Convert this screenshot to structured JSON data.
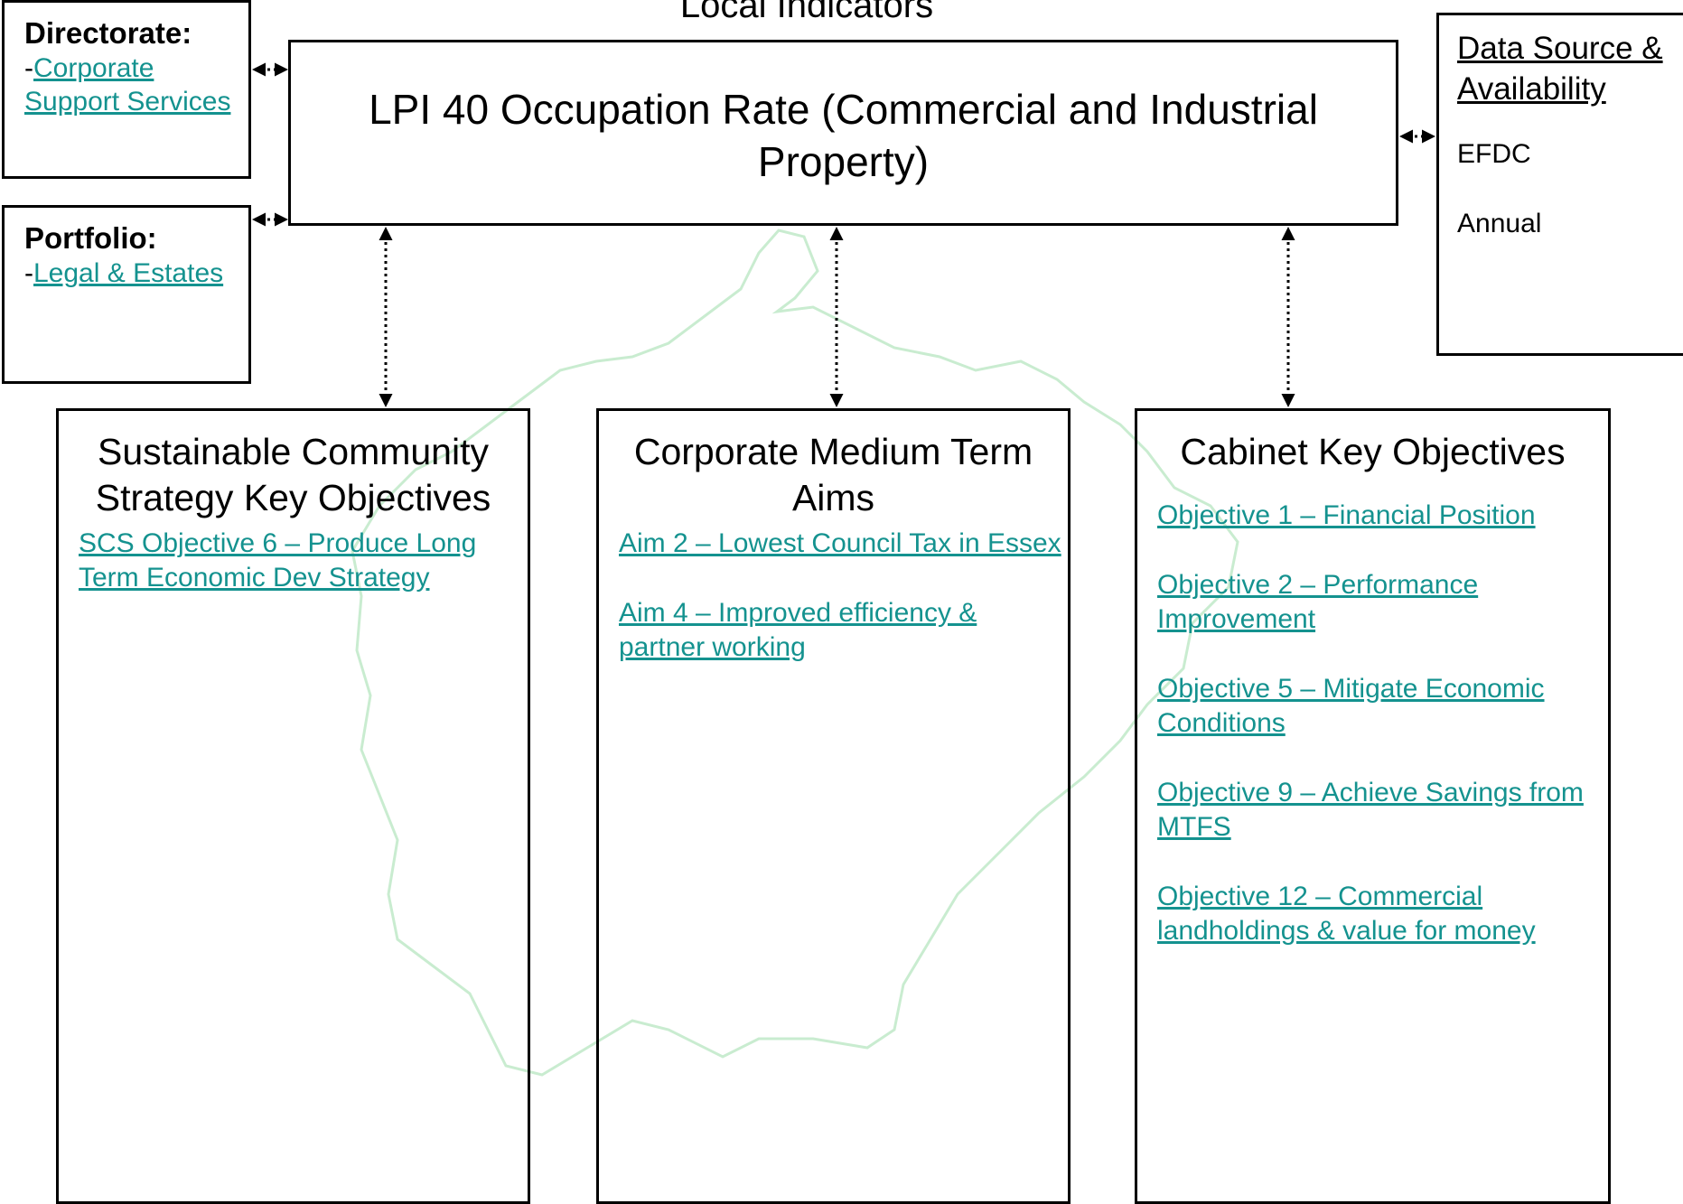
{
  "page_title": "Local Indicators",
  "indicator_title": "LPI 40 Occupation Rate (Commercial and Industrial Property)",
  "directorate": {
    "heading": "Directorate:",
    "prefix": "-",
    "link": "Corporate Support Services"
  },
  "portfolio": {
    "heading": "Portfolio:",
    "prefix": "-",
    "link": "Legal & Estates"
  },
  "data_source": {
    "heading": "Data Source & Availability",
    "source": "EFDC",
    "frequency": "Annual"
  },
  "columns": [
    {
      "title": "Sustainable Community Strategy Key Objectives",
      "items": [
        "SCS Objective 6 – Produce Long Term Economic Dev Strategy"
      ]
    },
    {
      "title": "Corporate Medium Term Aims",
      "items": [
        "Aim 2 – Lowest Council Tax in Essex",
        "Aim 4 – Improved efficiency & partner working"
      ]
    },
    {
      "title": "Cabinet Key Objectives",
      "items": [
        "Objective 1 – Financial Position",
        "Objective 2 – Performance Improvement",
        "Objective 5 – Mitigate Economic Conditions",
        "Objective 9 – Achieve Savings from MTFS",
        "Objective 12 – Commercial landholdings & value for money"
      ]
    }
  ],
  "colors": {
    "link": "#14928f",
    "border": "#000000",
    "watermark": "#c9ecd0"
  }
}
